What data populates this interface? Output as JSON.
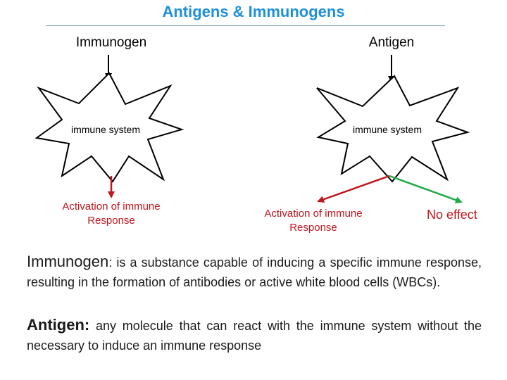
{
  "title": "Antigens & Immunogens",
  "left": {
    "header": "Immunogen",
    "inner_label": "immune system",
    "output_line1": "Activation of immune",
    "output_line2": "Response"
  },
  "right": {
    "header": "Antigen",
    "inner_label": "immune system",
    "output_line1": "Activation of immune",
    "output_line2": "Response",
    "no_effect": "No effect"
  },
  "definitions": {
    "immunogen_term": "Immunogen",
    "immunogen_text": ": is a substance capable of inducing a specific immune response, resulting in the formation of antibodies or active white blood cells (WBCs).",
    "antigen_term": "Antigen:",
    "antigen_text": " any molecule that can react with the immune system without the necessary to induce an immune response"
  },
  "colors": {
    "title": "#1e90d8",
    "activation_arrow": "#c0161d",
    "no_effect_arrow": "#22a94a"
  }
}
